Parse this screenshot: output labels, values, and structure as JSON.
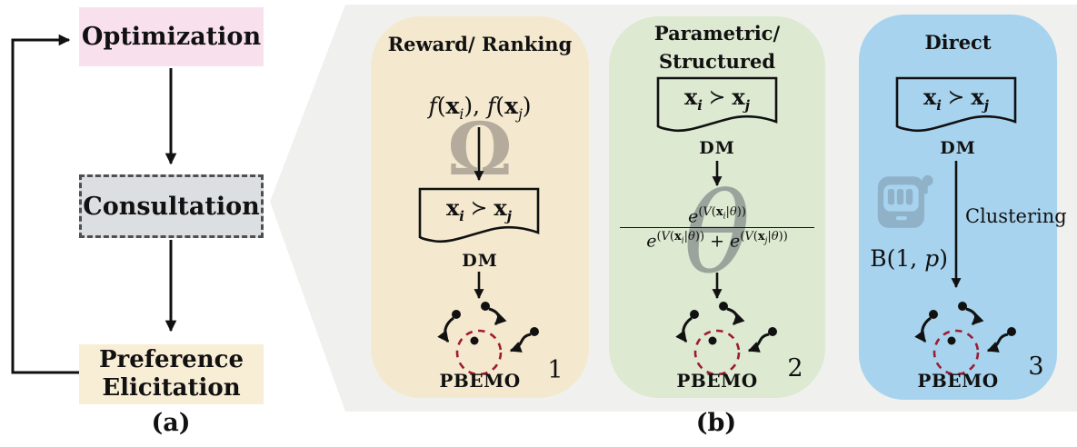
{
  "caption_a": "(a)",
  "caption_b": "(b)",
  "flow": {
    "optimization": "Optimization",
    "consultation": "Consultation",
    "preference_line1": "Preference",
    "preference_line2": "Elicitation"
  },
  "shared": {
    "dm": "DM",
    "pbemo": "PBEMO",
    "x": "x",
    "i": "i",
    "j": "j",
    "succ": "≻"
  },
  "card1": {
    "title": "Reward/ Ranking",
    "number": "1",
    "omega": "Ω",
    "f": "f",
    "paren_open": "(",
    "paren_close": ")",
    "comma": ","
  },
  "card2": {
    "title_line1": "Parametric/",
    "title_line2": "Structured",
    "number": "2",
    "theta": "θ",
    "e": "e",
    "paren_open": "(",
    "V": "V",
    "pipe": "|",
    "theta_small": "θ",
    "paren_close2": "))",
    "plus": "+"
  },
  "card3": {
    "title": "Direct",
    "number": "3",
    "clustering": "Clustering",
    "bernoulli_prefix": "B(1,",
    "bernoulli_p": "p",
    "bernoulli_close": ")"
  },
  "colors": {
    "pink_box": "#f8e1ed",
    "consult_fill": "#dcdfe1",
    "consult_border": "#4f4f4f",
    "cream_box": "#f8edd5",
    "wedge_bg": "#f0f1ef",
    "card1_bg": "#f4e8ce",
    "card2_bg": "#dde9d1",
    "card3_bg": "#a7d3ee",
    "pbemo_ring": "#9e1b32",
    "omega_gray": "#b4ab9d",
    "theta_gray": "#9aa49c",
    "slot_icon": "#8fb2c9"
  }
}
